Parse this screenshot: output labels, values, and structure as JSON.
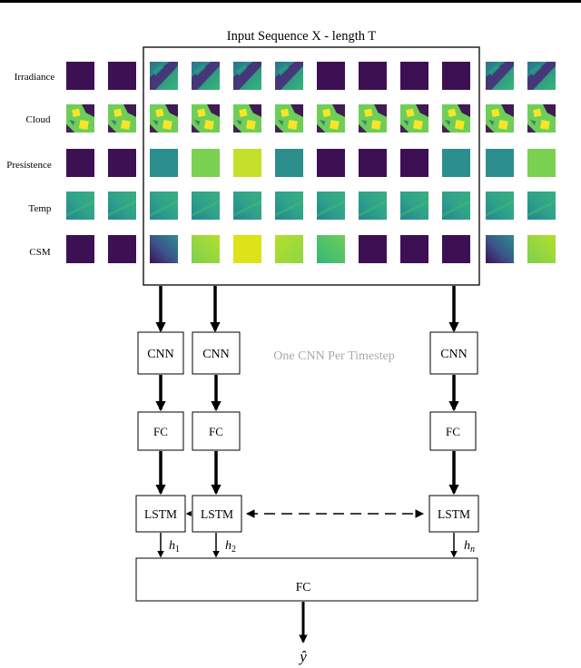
{
  "input_title": "Input Sequence X - length T",
  "rows": [
    "Irradiance",
    "Cloud",
    "Presistence",
    "Temp",
    "CSM"
  ],
  "cnn_label": "CNN",
  "fc_label": "FC",
  "lstm_label": "LSTM",
  "note": "One CNN Per Timestep",
  "hidden_labels": [
    "h",
    "h",
    "h"
  ],
  "hidden_subscripts": [
    "1",
    "2",
    "n"
  ],
  "final_fc_label": "FC",
  "output_label": "ŷ",
  "colors": {
    "dark_purple": "#3d1054",
    "blue_purple": "#3b528b",
    "teal": "#2c8e8d",
    "green": "#5ec962",
    "yellow_green": "#c5e02a",
    "yellow": "#fde725",
    "note_gray": "#a9a9a9"
  },
  "tiles": {
    "irradiance": [
      "purple",
      "purple",
      "satellite",
      "satellite",
      "satellite",
      "satellite",
      "purple",
      "purple",
      "purple",
      "purple",
      "satellite",
      "satellite"
    ],
    "cloud": [
      "cloudmap",
      "cloudmap",
      "cloudmap",
      "cloudmap",
      "cloudmap",
      "cloudmap",
      "cloudmap",
      "cloudmap",
      "cloudmap",
      "cloudmap",
      "cloudmap",
      "cloudmap"
    ],
    "presistence": [
      "purple",
      "purple",
      "teal",
      "green",
      "yellowgreen",
      "teal",
      "purple",
      "purple",
      "purple",
      "teal",
      "teal",
      "green"
    ],
    "temp": [
      "tempmap",
      "tempmap",
      "tempmap",
      "tempmap",
      "tempmap",
      "tempmap",
      "tempmap",
      "tempmap",
      "tempmap",
      "tempmap",
      "tempmap",
      "tempmap"
    ],
    "csm": [
      "purple",
      "purple",
      "gradient-purple-teal",
      "gradient-green",
      "yellow",
      "gradient-yellow-green",
      "gradient-green-teal",
      "purple",
      "purple",
      "purple",
      "gradient-purple-teal",
      "gradient-green"
    ]
  }
}
